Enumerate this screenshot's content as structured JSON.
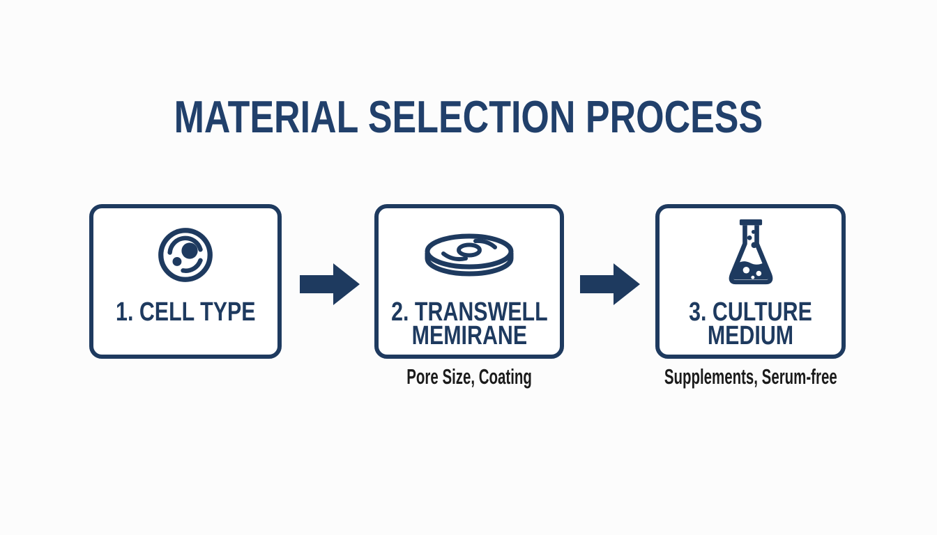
{
  "title": "MATERIAL SELECTION PROCESS",
  "colors": {
    "navy": "#1e3a5f",
    "title_navy": "#21406b",
    "caption_text": "#1b1b1b",
    "background": "#fcfcfc",
    "box_fill": "#ffffff"
  },
  "steps": [
    {
      "icon": "cell-icon",
      "label_lines": [
        "1. CELL TYPE"
      ]
    },
    {
      "icon": "membrane-disc-icon",
      "label_lines": [
        "2. TRANSWELL",
        "MEMIRANE"
      ],
      "caption": "Pore Size, Coating"
    },
    {
      "icon": "flask-icon",
      "label_lines": [
        "3. CULTURE",
        "MEDIUM"
      ],
      "caption": "Supplements, Serum-free"
    }
  ],
  "arrows": {
    "icon": "arrow-right-icon",
    "count": 2
  }
}
